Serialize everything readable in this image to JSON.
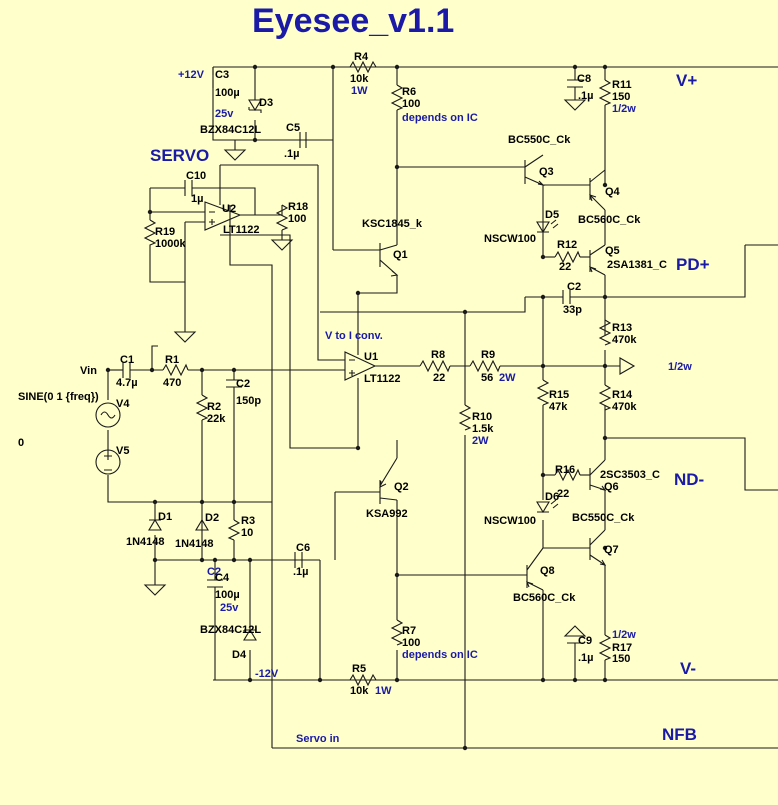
{
  "title": "Eyesee_v1.1",
  "colors": {
    "background": "#ffffcc",
    "wire": "#1a1a1a",
    "net_label": "#1a1aa6"
  },
  "nets": {
    "vplus": "V+",
    "vminus": "V-",
    "pdplus": "PD+",
    "ndminus": "ND-",
    "nfb": "NFB",
    "p12": "+12V",
    "m12": "-12V",
    "vin": "Vin",
    "servo": "SERVO",
    "servo_in": "Servo in",
    "vtoi": "V to I conv.",
    "half_out": "1/2w"
  },
  "components": {
    "c1": {
      "ref": "C1",
      "value": "4.7µ"
    },
    "c2": {
      "ref": "C2",
      "value": "150p"
    },
    "c2b": {
      "ref": "C2",
      "value": "33p"
    },
    "c3": {
      "ref": "C3",
      "value": "100µ",
      "rating": "25v"
    },
    "c4": {
      "ref": "C4",
      "value": "100µ",
      "rating": "25v"
    },
    "c5": {
      "ref": "C5",
      "value": ".1µ"
    },
    "c6": {
      "ref": "C6",
      "value": ".1µ"
    },
    "c8": {
      "ref": "C8",
      "value": ".1µ"
    },
    "c9": {
      "ref": "C9",
      "value": ".1µ"
    },
    "c10": {
      "ref": "C10",
      "value": "1µ"
    },
    "r1": {
      "ref": "R1",
      "value": "470"
    },
    "r2": {
      "ref": "R2",
      "value": "22k"
    },
    "r3": {
      "ref": "R3",
      "value": "10"
    },
    "r4": {
      "ref": "R4",
      "value": "10k",
      "rating": "1W"
    },
    "r5": {
      "ref": "R5",
      "value": "10k",
      "rating": "1W"
    },
    "r6": {
      "ref": "R6",
      "value": "100",
      "note": "depends on IC"
    },
    "r7": {
      "ref": "R7",
      "value": "100",
      "note": "depends on IC"
    },
    "r8": {
      "ref": "R8",
      "value": "22"
    },
    "r9": {
      "ref": "R9",
      "value": "56",
      "rating": "2W"
    },
    "r10": {
      "ref": "R10",
      "value": "1.5k",
      "rating": "2W"
    },
    "r11": {
      "ref": "R11",
      "value": "150",
      "rating": "1/2w"
    },
    "r12": {
      "ref": "R12",
      "value": "22"
    },
    "r13": {
      "ref": "R13",
      "value": "470k"
    },
    "r14": {
      "ref": "R14",
      "value": "470k"
    },
    "r15": {
      "ref": "R15",
      "value": "47k"
    },
    "r16": {
      "ref": "R16",
      "value": "22"
    },
    "r17": {
      "ref": "R17",
      "value": "150",
      "rating": "1/2w"
    },
    "r18": {
      "ref": "R18",
      "value": "100"
    },
    "r19": {
      "ref": "R19",
      "value": "1000k"
    },
    "d1": {
      "ref": "D1",
      "value": "1N4148"
    },
    "d2": {
      "ref": "D2",
      "value": "1N4148"
    },
    "d3": {
      "ref": "D3",
      "value": "BZX84C12L"
    },
    "d4": {
      "ref": "D4",
      "value": "BZX84C12L"
    },
    "d5": {
      "ref": "D5",
      "value": "NSCW100"
    },
    "d6": {
      "ref": "D6",
      "value": "NSCW100"
    },
    "q1": {
      "ref": "Q1",
      "value": "KSC1845_k"
    },
    "q2": {
      "ref": "Q2",
      "value": "KSA992"
    },
    "q3": {
      "ref": "Q3",
      "value": "BC550C_Ck"
    },
    "q4": {
      "ref": "Q4",
      "value": "BC560C_Ck"
    },
    "q5": {
      "ref": "Q5",
      "value": "2SA1381_C"
    },
    "q6": {
      "ref": "Q6",
      "value": "2SC3503_C"
    },
    "q7": {
      "ref": "Q7",
      "value": "BC550C_Ck"
    },
    "q8": {
      "ref": "Q8",
      "value": "BC560C_Ck"
    },
    "u1": {
      "ref": "U1",
      "value": "LT1122"
    },
    "u2": {
      "ref": "U2",
      "value": "LT1122"
    },
    "v4": {
      "ref": "V4",
      "value": "SINE(0 1 {freq})"
    },
    "v5": {
      "ref": "V5",
      "value": "0"
    }
  }
}
